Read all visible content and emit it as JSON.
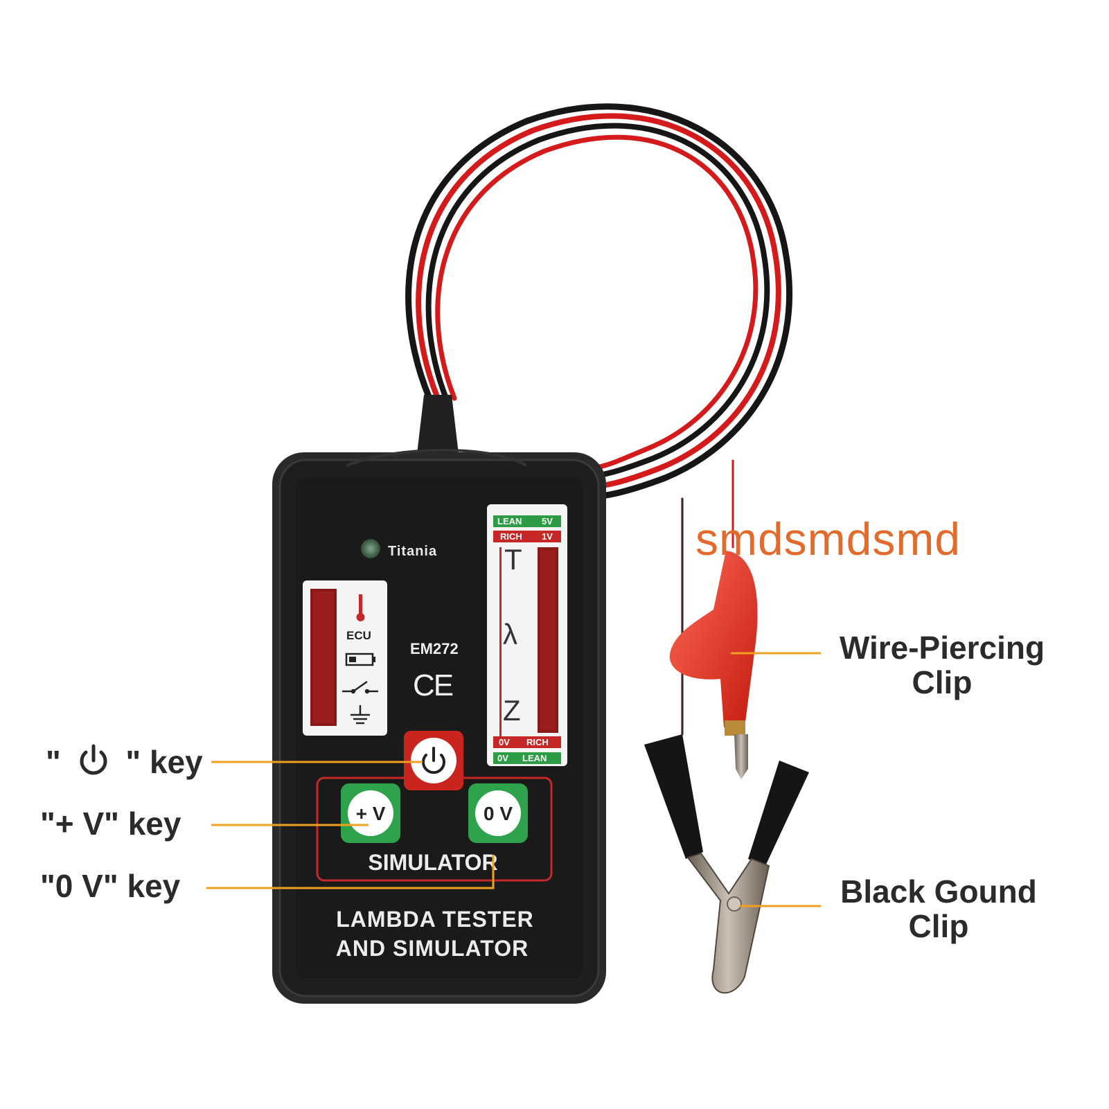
{
  "device": {
    "brand": "Titania",
    "model": "EM272",
    "ce_mark": "CE",
    "left_panel": {
      "ecu_label": "ECU",
      "icons": [
        "thermometer-icon",
        "battery-icon",
        "switch-icon",
        "ground-icon"
      ]
    },
    "right_panel": {
      "top_rows": [
        {
          "left": "LEAN",
          "right": "5V",
          "color": "#2e9b45"
        },
        {
          "left": "RICH",
          "right": "1V",
          "color": "#c62828"
        }
      ],
      "symbols": [
        "T",
        "λ",
        "Z"
      ],
      "bottom_rows": [
        {
          "left": "0V",
          "right": "RICH",
          "color": "#c62828"
        },
        {
          "left": "0V",
          "right": "LEAN",
          "color": "#2e9b45"
        }
      ]
    },
    "keys": {
      "power_icon": "power-icon",
      "plus_v": "+ V",
      "zero_v": "0 V"
    },
    "simulator_label": "SIMULATOR",
    "footer_line1": "LAMBDA TESTER",
    "footer_line2": "AND SIMULATOR"
  },
  "callouts": {
    "power_key": {
      "prefix": "\"",
      "suffix": "\" key"
    },
    "plus_v_key": "\"+ V\" key",
    "zero_v_key": "\"0 V\" key",
    "wire_clip_line1": "Wire-Piercing",
    "wire_clip_line2": "Clip",
    "ground_clip_line1": "Black Gound",
    "ground_clip_line2": "Clip"
  },
  "watermark": "smdsmdsmd",
  "colors": {
    "leader_line": "#f0a020",
    "body": "#262626",
    "face": "#1c1c1c",
    "wire_red": "#d41a1a",
    "wire_black": "#161616",
    "key_green": "#2fa34c",
    "power_red": "#c9241d"
  }
}
